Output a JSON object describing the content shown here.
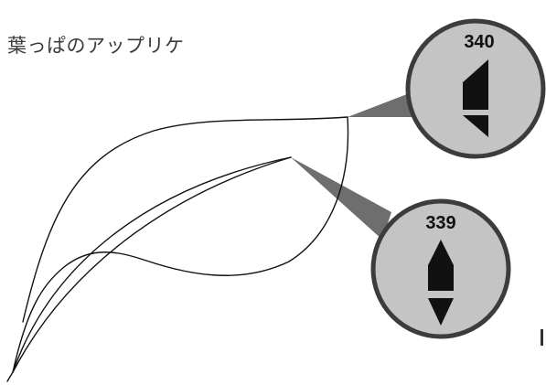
{
  "title": "葉っぱのアップリケ",
  "callouts": [
    {
      "number": "340",
      "presser_foot_icon": "half-diamond-top-stitch-icon"
    },
    {
      "number": "339",
      "presser_foot_icon": "full-diamond-stitch-icon"
    }
  ],
  "colors": {
    "callout_fill": "#c4c4c4",
    "callout_pointer": "#6e6e6e",
    "line": "#111111"
  }
}
